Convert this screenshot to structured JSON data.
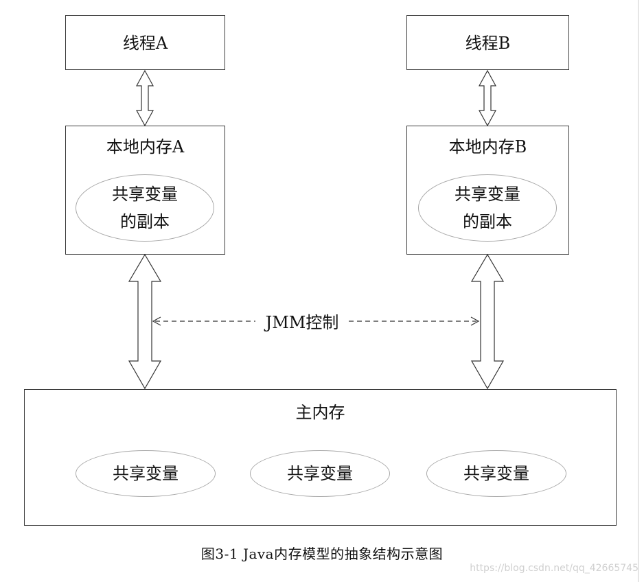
{
  "thread_a": {
    "label": "线程A"
  },
  "thread_b": {
    "label": "线程B"
  },
  "local_memory_a": {
    "label": "本地内存A",
    "copy_line1": "共享变量",
    "copy_line2": "的副本"
  },
  "local_memory_b": {
    "label": "本地内存B",
    "copy_line1": "共享变量",
    "copy_line2": "的副本"
  },
  "jmm": {
    "label": "JMM控制"
  },
  "main_memory": {
    "label": "主内存",
    "shared_variables": [
      "共享变量",
      "共享变量",
      "共享变量"
    ]
  },
  "caption": "图3-1  Java内存模型的抽象结构示意图",
  "watermark": "https://blog.csdn.net/qq_42665745"
}
